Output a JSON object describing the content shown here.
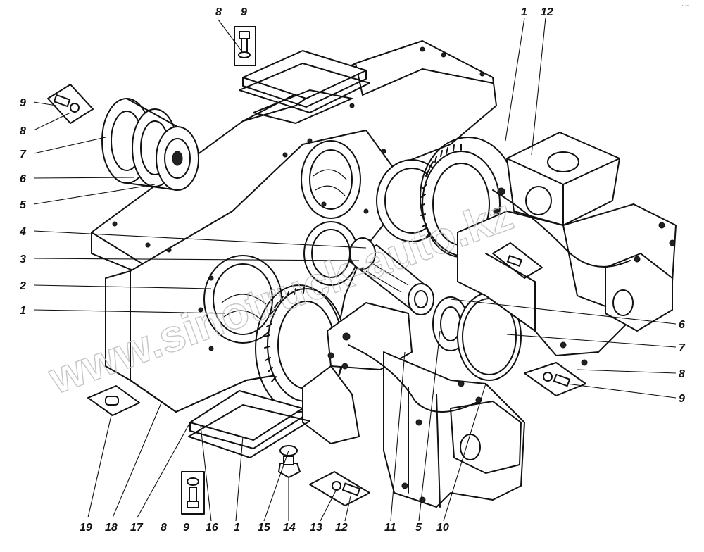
{
  "watermark": "www.sinotruck-auto.kz",
  "callouts": {
    "top_8": "8",
    "top_9": "9",
    "top_1": "1",
    "top_12": "12",
    "left_9": "9",
    "left_8": "8",
    "left_7": "7",
    "left_6": "6",
    "left_5": "5",
    "left_4": "4",
    "left_3": "3",
    "left_2": "2",
    "left_1": "1",
    "right_6": "6",
    "right_7": "7",
    "right_8": "8",
    "right_9": "9",
    "bottom_19": "19",
    "bottom_18": "18",
    "bottom_17": "17",
    "bottom_8": "8",
    "bottom_9": "9",
    "bottom_16": "16",
    "bottom_1": "1",
    "bottom_15": "15",
    "bottom_14": "14",
    "bottom_13": "13",
    "bottom_12": "12",
    "bottom_11": "11",
    "bottom_5": "5",
    "bottom_10": "10"
  }
}
